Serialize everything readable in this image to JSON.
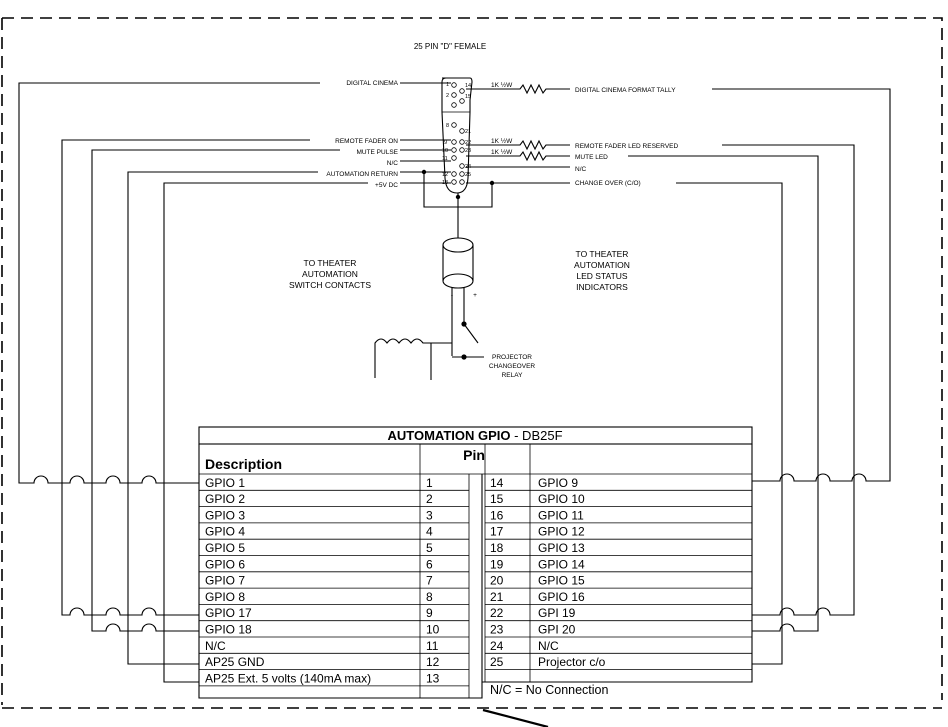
{
  "connector_title": "25 PIN \"D\" FEMALE",
  "left_labels": [
    "DIGITAL CINEMA",
    "REMOTE FADER ON",
    "MUTE PULSE",
    "N/C",
    "AUTOMATION RETURN",
    "+5V DC"
  ],
  "right_labels": [
    "DIGITAL CINEMA FORMAT TALLY",
    "REMOTE FADER LED RESERVED",
    "MUTE LED",
    "N/C",
    "CHANGE OVER (C/O)"
  ],
  "resistors": [
    "1K ½W",
    "1K ½W",
    "1K ½W"
  ],
  "connector_pins_left": [
    "1",
    "8",
    "9",
    "10",
    "11",
    "12",
    "13"
  ],
  "connector_pins_right": [
    "2",
    "14",
    "15",
    "21",
    "22",
    "23",
    "24",
    "25"
  ],
  "polarity": [
    "-",
    "+"
  ],
  "switch_contacts_label": [
    "TO THEATER",
    "AUTOMATION",
    "SWITCH CONTACTS"
  ],
  "led_indicators_label": [
    "TO THEATER",
    "AUTOMATION",
    "LED STATUS",
    "INDICATORS"
  ],
  "relay_label": [
    "PROJECTOR",
    "CHANGEOVER",
    "RELAY"
  ],
  "table": {
    "title_bold": "AUTOMATION GPIO",
    "title_suffix": "  -  DB25F",
    "col_description": "Description",
    "col_pin": "Pin",
    "rows_left": [
      {
        "desc": "GPIO   1",
        "pin": "1"
      },
      {
        "desc": "GPIO   2",
        "pin": "2"
      },
      {
        "desc": "GPIO   3",
        "pin": "3"
      },
      {
        "desc": "GPIO   4",
        "pin": "4"
      },
      {
        "desc": "GPIO   5",
        "pin": "5"
      },
      {
        "desc": "GPIO   6",
        "pin": "6"
      },
      {
        "desc": "GPIO   7",
        "pin": "7"
      },
      {
        "desc": "GPIO   8",
        "pin": "8"
      },
      {
        "desc": "GPIO  17",
        "pin": "9"
      },
      {
        "desc": "GPIO  18",
        "pin": "10"
      },
      {
        "desc": "N/C",
        "pin": "11"
      },
      {
        "desc": "AP25 GND",
        "pin": "12"
      },
      {
        "desc": "AP25 Ext. 5 volts (140mA max)",
        "pin": "13"
      }
    ],
    "rows_right": [
      {
        "pin": "14",
        "desc": "GPIO  9"
      },
      {
        "pin": "15",
        "desc": "GPIO 10"
      },
      {
        "pin": "16",
        "desc": "GPIO 11"
      },
      {
        "pin": "17",
        "desc": "GPIO 12"
      },
      {
        "pin": "18",
        "desc": "GPIO 13"
      },
      {
        "pin": "19",
        "desc": "GPIO 14"
      },
      {
        "pin": "20",
        "desc": "GPIO 15"
      },
      {
        "pin": "21",
        "desc": "GPIO 16"
      },
      {
        "pin": "22",
        "desc": "GPI    19"
      },
      {
        "pin": "23",
        "desc": "GPI    20"
      },
      {
        "pin": "24",
        "desc": "N/C"
      },
      {
        "pin": "25",
        "desc": "Projector c/o"
      }
    ],
    "note": "N/C = No Connection"
  }
}
